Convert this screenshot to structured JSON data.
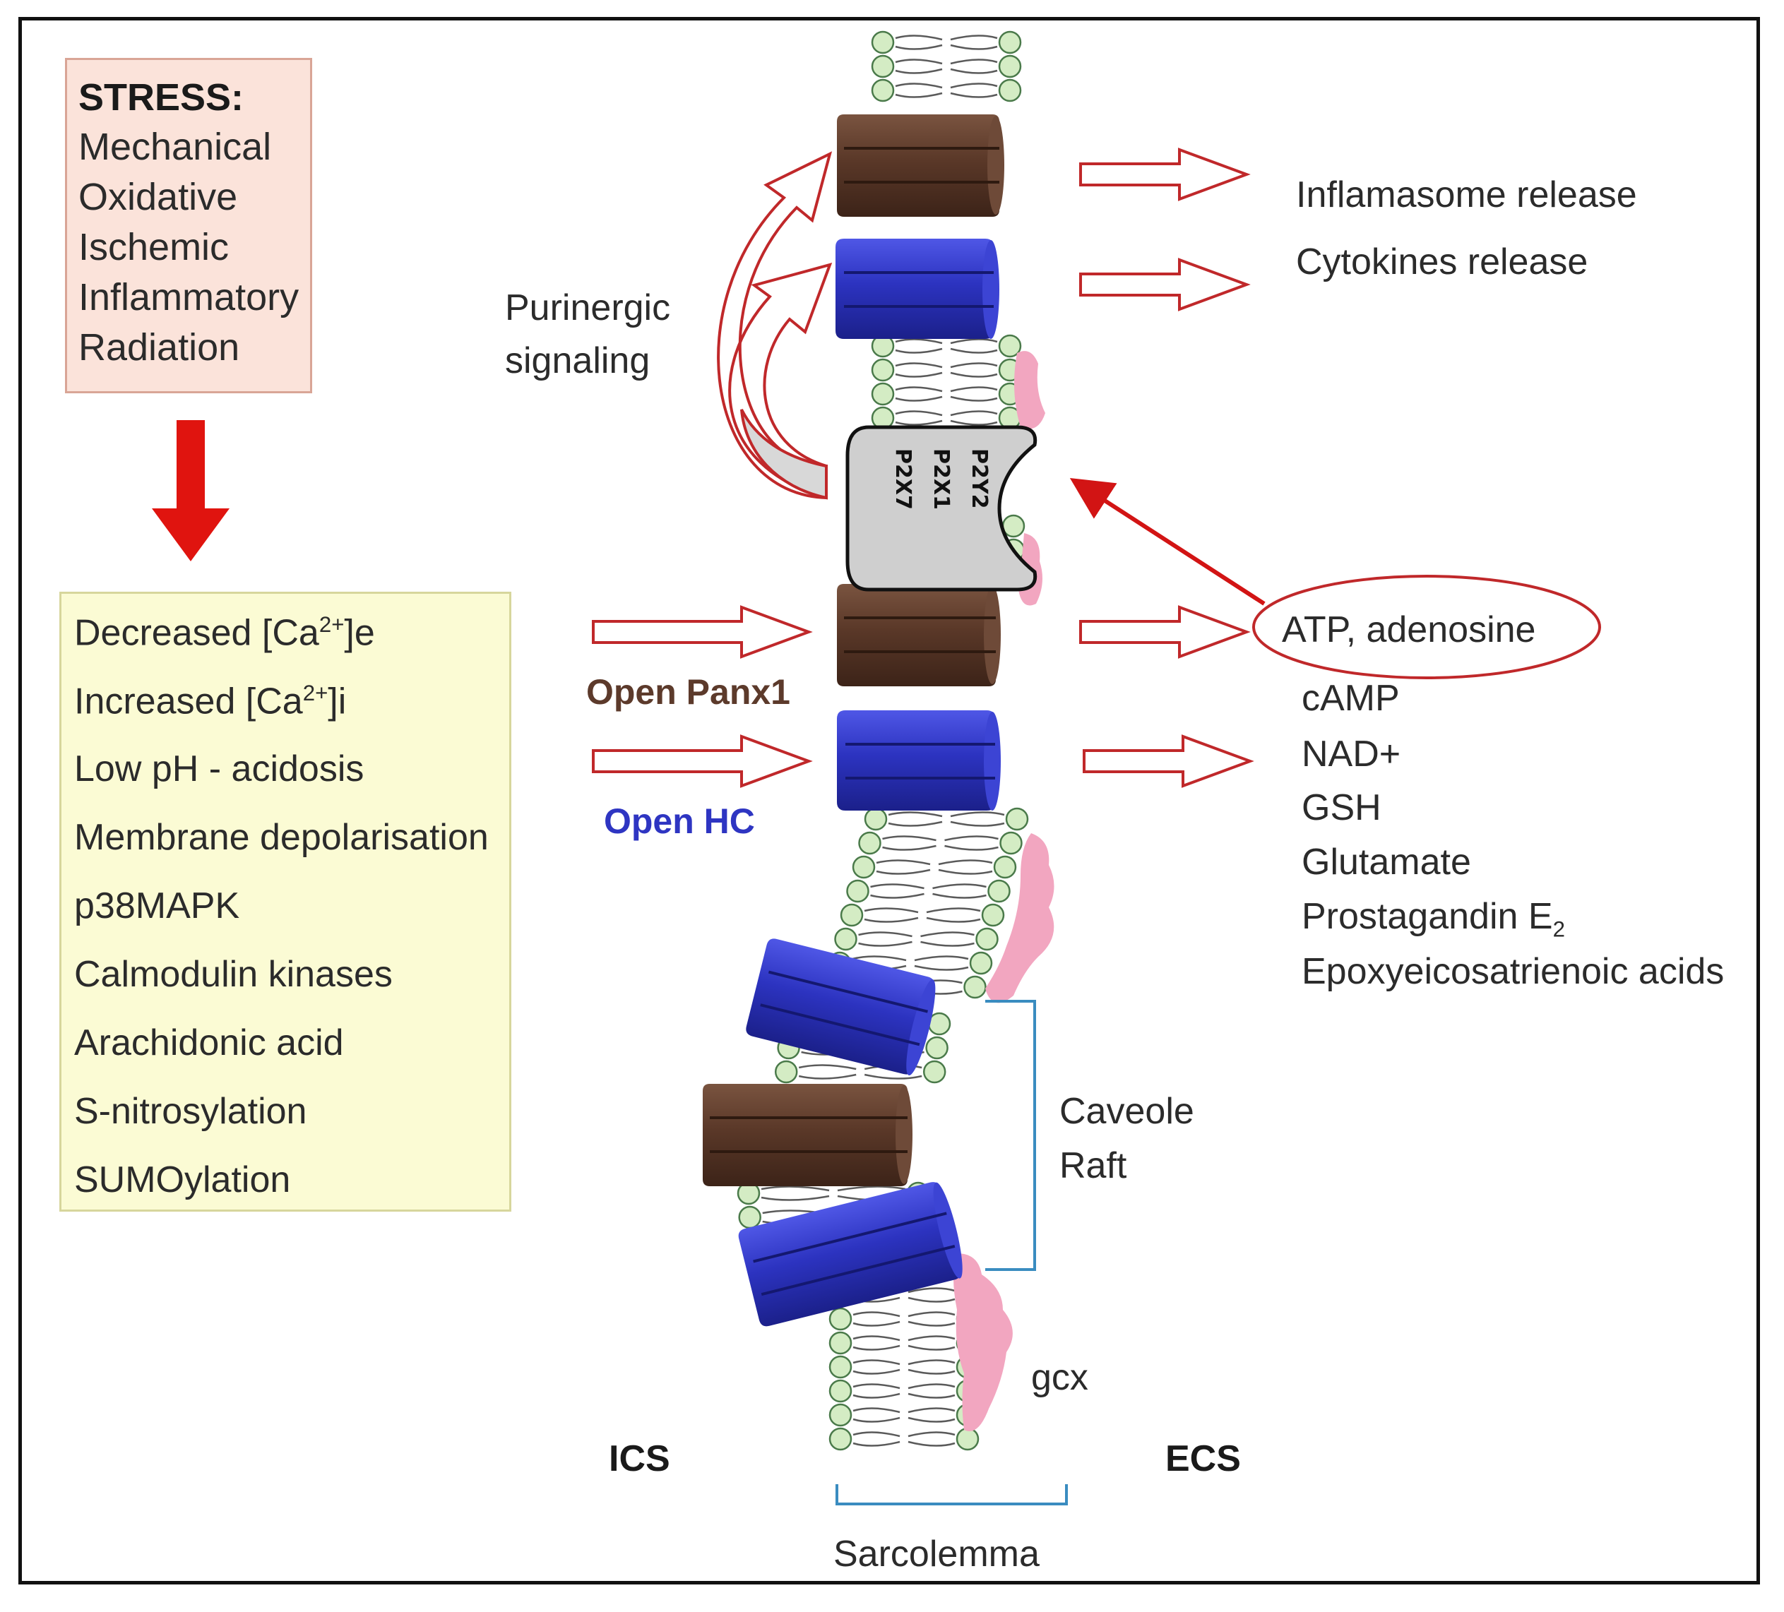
{
  "stress": {
    "title": "STRESS:",
    "items": [
      "Mechanical",
      "Oxidative",
      "Ischemic",
      "Inflammatory",
      "Radiation"
    ]
  },
  "factors": [
    {
      "pre": "Decreased [Ca",
      "sup": "2+",
      "post": "]e"
    },
    {
      "pre": "Increased [Ca",
      "sup": "2+",
      "post": "]i"
    },
    {
      "pre": "Low pH - acidosis",
      "sup": "",
      "post": ""
    },
    {
      "pre": "Membrane depolarisation",
      "sup": "",
      "post": ""
    },
    {
      "pre": "p38MAPK",
      "sup": "",
      "post": ""
    },
    {
      "pre": "Calmodulin kinases",
      "sup": "",
      "post": ""
    },
    {
      "pre": "Arachidonic acid",
      "sup": "",
      "post": ""
    },
    {
      "pre": "S-nitrosylation",
      "sup": "",
      "post": ""
    },
    {
      "pre": "SUMOylation",
      "sup": "",
      "post": ""
    }
  ],
  "labels": {
    "purinergic_line1": "Purinergic",
    "purinergic_line2": "signaling",
    "open_panx1": "Open Panx1",
    "open_hc": "Open HC",
    "inflamasome": "Inflamasome release",
    "cytokines": "Cytokines release",
    "atp": "ATP, adenosine",
    "camp": "cAMP",
    "nad": "NAD+",
    "gsh": "GSH",
    "glutamate": "Glutamate",
    "prostaglandin": "Prostagandin E",
    "prostaglandin_sub": "2",
    "epoxy": "Epoxyeicosatrienoic acids",
    "caveole": "Caveole",
    "raft": "Raft",
    "gcx": "gcx",
    "ics": "ICS",
    "ecs": "ECS",
    "sarcolemma": "Sarcolemma",
    "receptor": [
      "P2Y2",
      "P2X1",
      "P2X7"
    ]
  },
  "colors": {
    "panx1": "#5c3a2b",
    "hemichannel": "#2e35c2",
    "lipid_head": "#d4ecc4",
    "arrow_red": "#d21414",
    "glycocalyx": "#f2a6c0",
    "bracket": "#3a8cc0"
  }
}
